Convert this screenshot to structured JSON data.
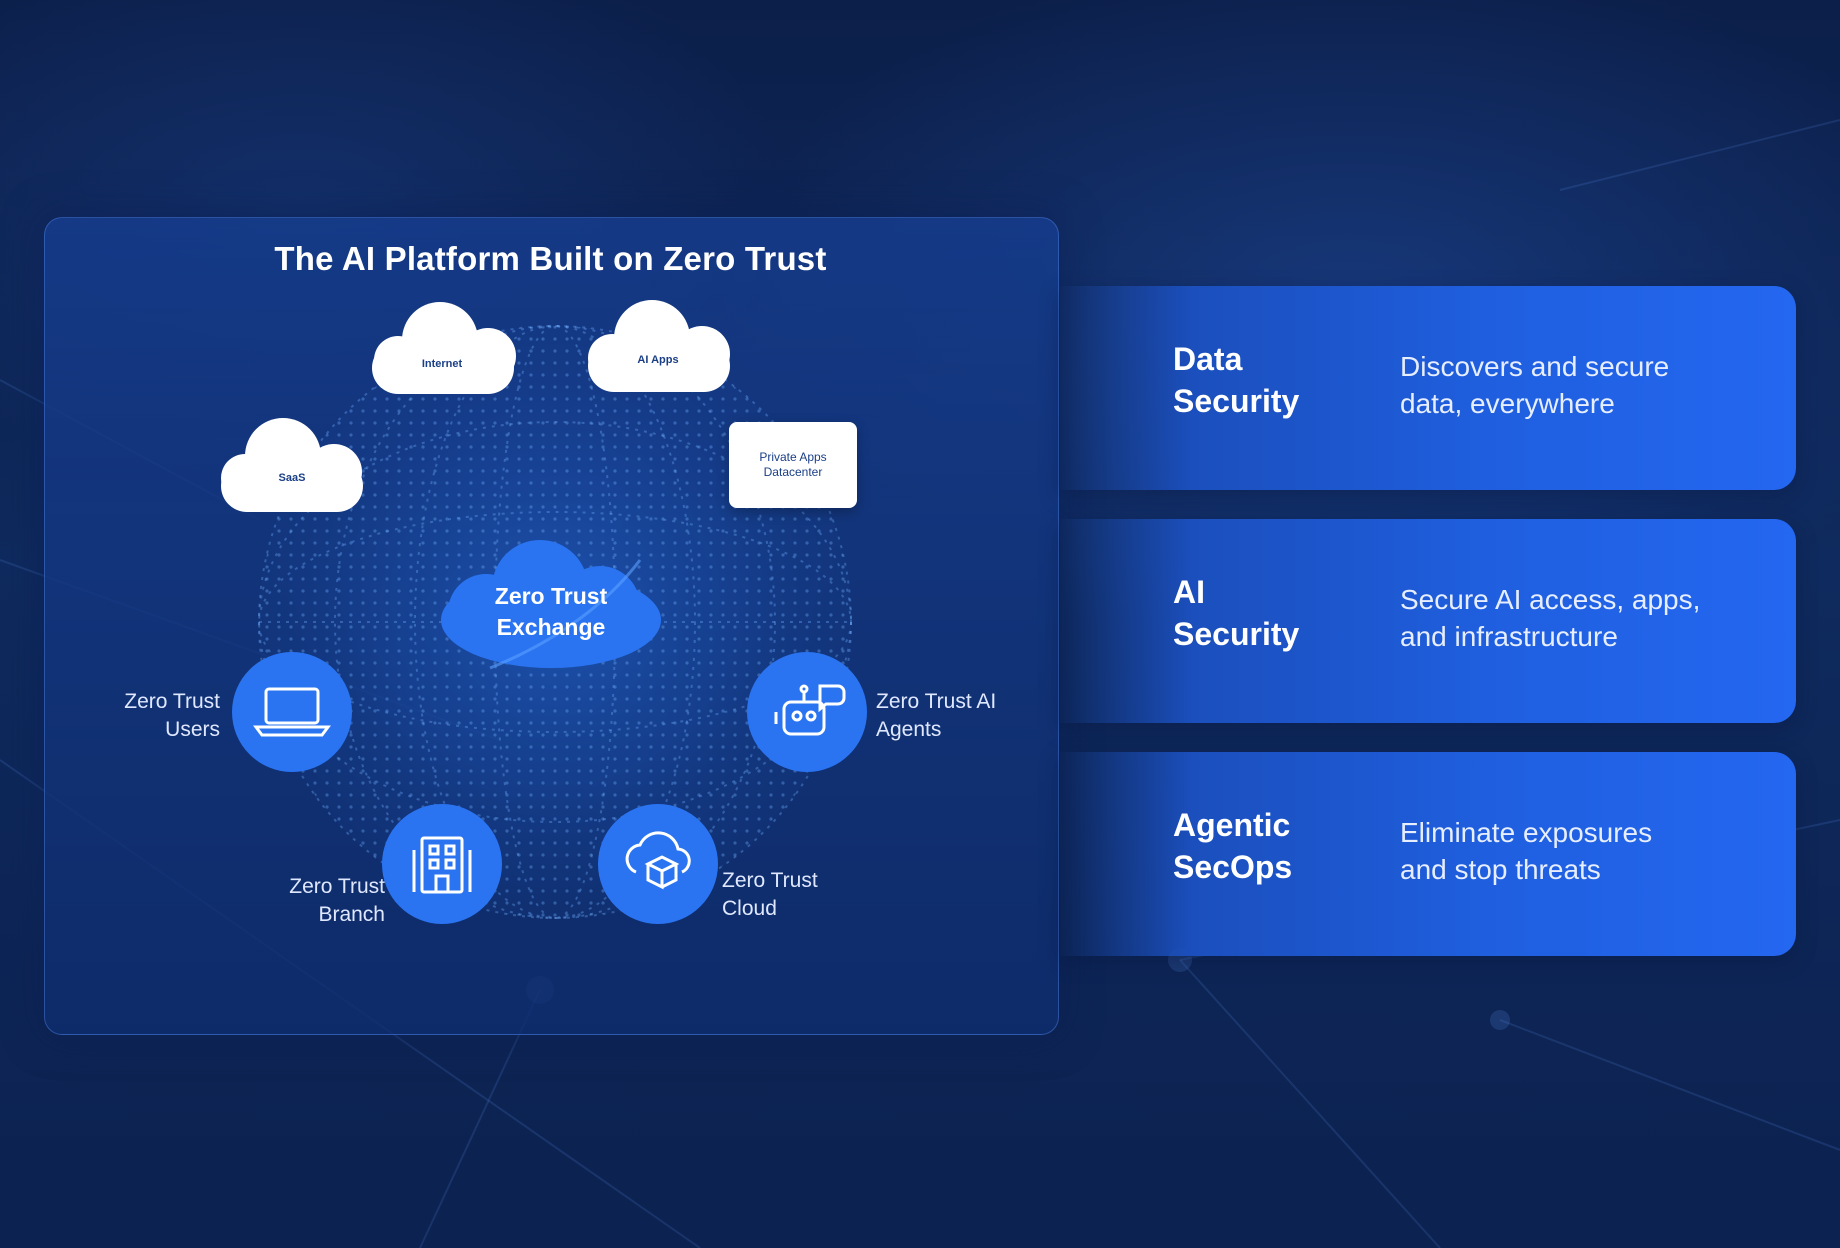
{
  "title": "The AI Platform Built on Zero Trust",
  "core": {
    "line1": "Zero Trust",
    "line2": "Exchange"
  },
  "clouds": [
    {
      "label": "Internet",
      "icon": "cloud-icon"
    },
    {
      "label": "AI Apps",
      "icon": "cloud-icon"
    },
    {
      "label": "SaaS",
      "icon": "cloud-icon"
    }
  ],
  "private_apps": {
    "line1": "Private Apps",
    "line2": "Datacenter"
  },
  "nodes": {
    "users": {
      "line1": "Zero Trust",
      "line2": "Users",
      "icon": "laptop-icon"
    },
    "agents": {
      "line1": "Zero Trust AI",
      "line2": "Agents",
      "icon": "robot-icon"
    },
    "branch": {
      "line1": "Zero Trust",
      "line2": "Branch",
      "icon": "building-icon"
    },
    "cloud": {
      "line1": "Zero Trust",
      "line2": "Cloud",
      "icon": "cloud-cube-icon"
    }
  },
  "cards": [
    {
      "title_line1": "Data",
      "title_line2": "Security",
      "desc_line1": "Discovers and secure",
      "desc_line2": "data, everywhere"
    },
    {
      "title_line1": "AI",
      "title_line2": "Security",
      "desc_line1": "Secure AI access, apps,",
      "desc_line2": "and infrastructure"
    },
    {
      "title_line1": "Agentic",
      "title_line2": "SecOps",
      "desc_line1": "Eliminate exposures",
      "desc_line2": "and stop threats"
    }
  ],
  "colors": {
    "background": "#0d2352",
    "accent": "#1f6bf0",
    "node": "#2a74f2",
    "card": "#1f5fe0"
  }
}
